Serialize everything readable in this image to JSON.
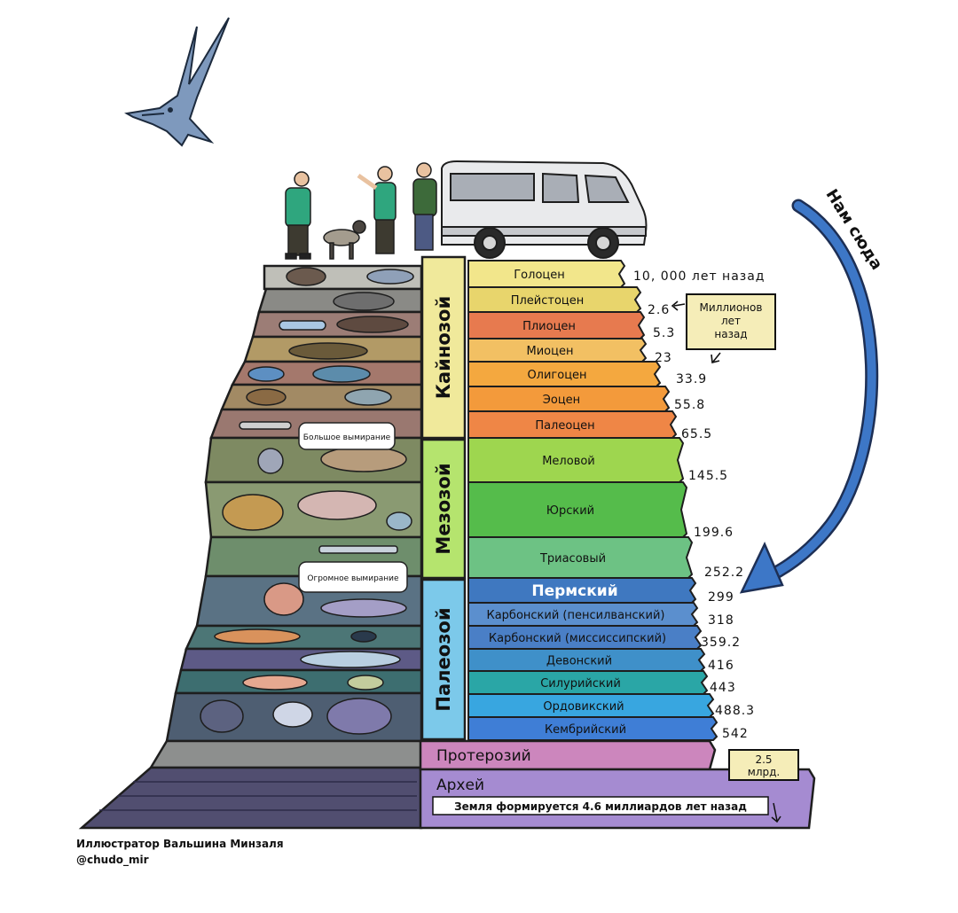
{
  "eras": [
    {
      "label": "Кайнозой",
      "color": "#f0e99b"
    },
    {
      "label": "Мезозой",
      "color": "#b5e46e"
    },
    {
      "label": "Палеозой",
      "color": "#7cc9ea"
    }
  ],
  "periods": [
    {
      "label": "Голоцен",
      "color": "#f2e68b",
      "age": "10, 000 лет назад"
    },
    {
      "label": "Плейстоцен",
      "color": "#e8d56c",
      "age": "2.6"
    },
    {
      "label": "Плиоцен",
      "color": "#e77a4f",
      "age": "5.3"
    },
    {
      "label": "Миоцен",
      "color": "#f2c063",
      "age": "23"
    },
    {
      "label": "Олигоцен",
      "color": "#f4a83f",
      "age": "33.9"
    },
    {
      "label": "Эоцен",
      "color": "#f39a3b",
      "age": "55.8"
    },
    {
      "label": "Палеоцен",
      "color": "#ef8646",
      "age": "65.5"
    },
    {
      "label": "Меловой",
      "color": "#9ed64f",
      "age": "145.5"
    },
    {
      "label": "Юрский",
      "color": "#55bc4b",
      "age": "199.6"
    },
    {
      "label": "Триасовый",
      "color": "#6dc284",
      "age": "252.2"
    },
    {
      "label": "Пермский",
      "color": "#3f78c0",
      "age": "299"
    },
    {
      "label": "Карбонский (пенсилванский)",
      "color": "#5b8fce",
      "age": "318"
    },
    {
      "label": "Карбонский (миссиссипский)",
      "color": "#4a7fc6",
      "age": "359.2"
    },
    {
      "label": "Девонский",
      "color": "#3f90c9",
      "age": "416"
    },
    {
      "label": "Силурийский",
      "color": "#2aa6a6",
      "age": "443"
    },
    {
      "label": "Ордовикский",
      "color": "#38a6e0",
      "age": "488.3"
    },
    {
      "label": "Кембрийский",
      "color": "#3f7ed6",
      "age": "542"
    }
  ],
  "eons": [
    {
      "label": "Протерозий",
      "color": "#cc86bd"
    },
    {
      "label": "Архей",
      "color": "#a58bd1"
    }
  ],
  "earth_note": "Земля формируется 4.6 миллиардов лет назад",
  "units_note": "Миллионов лет назад",
  "billion_note": "2.5 млрд.",
  "arrow_label": "Нам сюда",
  "rock_labels": {
    "big_extinction": "Большое вымирание",
    "huge_extinction": "Огромное вымирание"
  },
  "credit": {
    "line1": "Иллюстратор Вальшина Минзаля",
    "line2": "@chudo_mir"
  },
  "icons": [
    "pterosaur-icon",
    "van-icon",
    "person-icon",
    "dog-icon",
    "fossil-icon",
    "curved-arrow-icon"
  ]
}
